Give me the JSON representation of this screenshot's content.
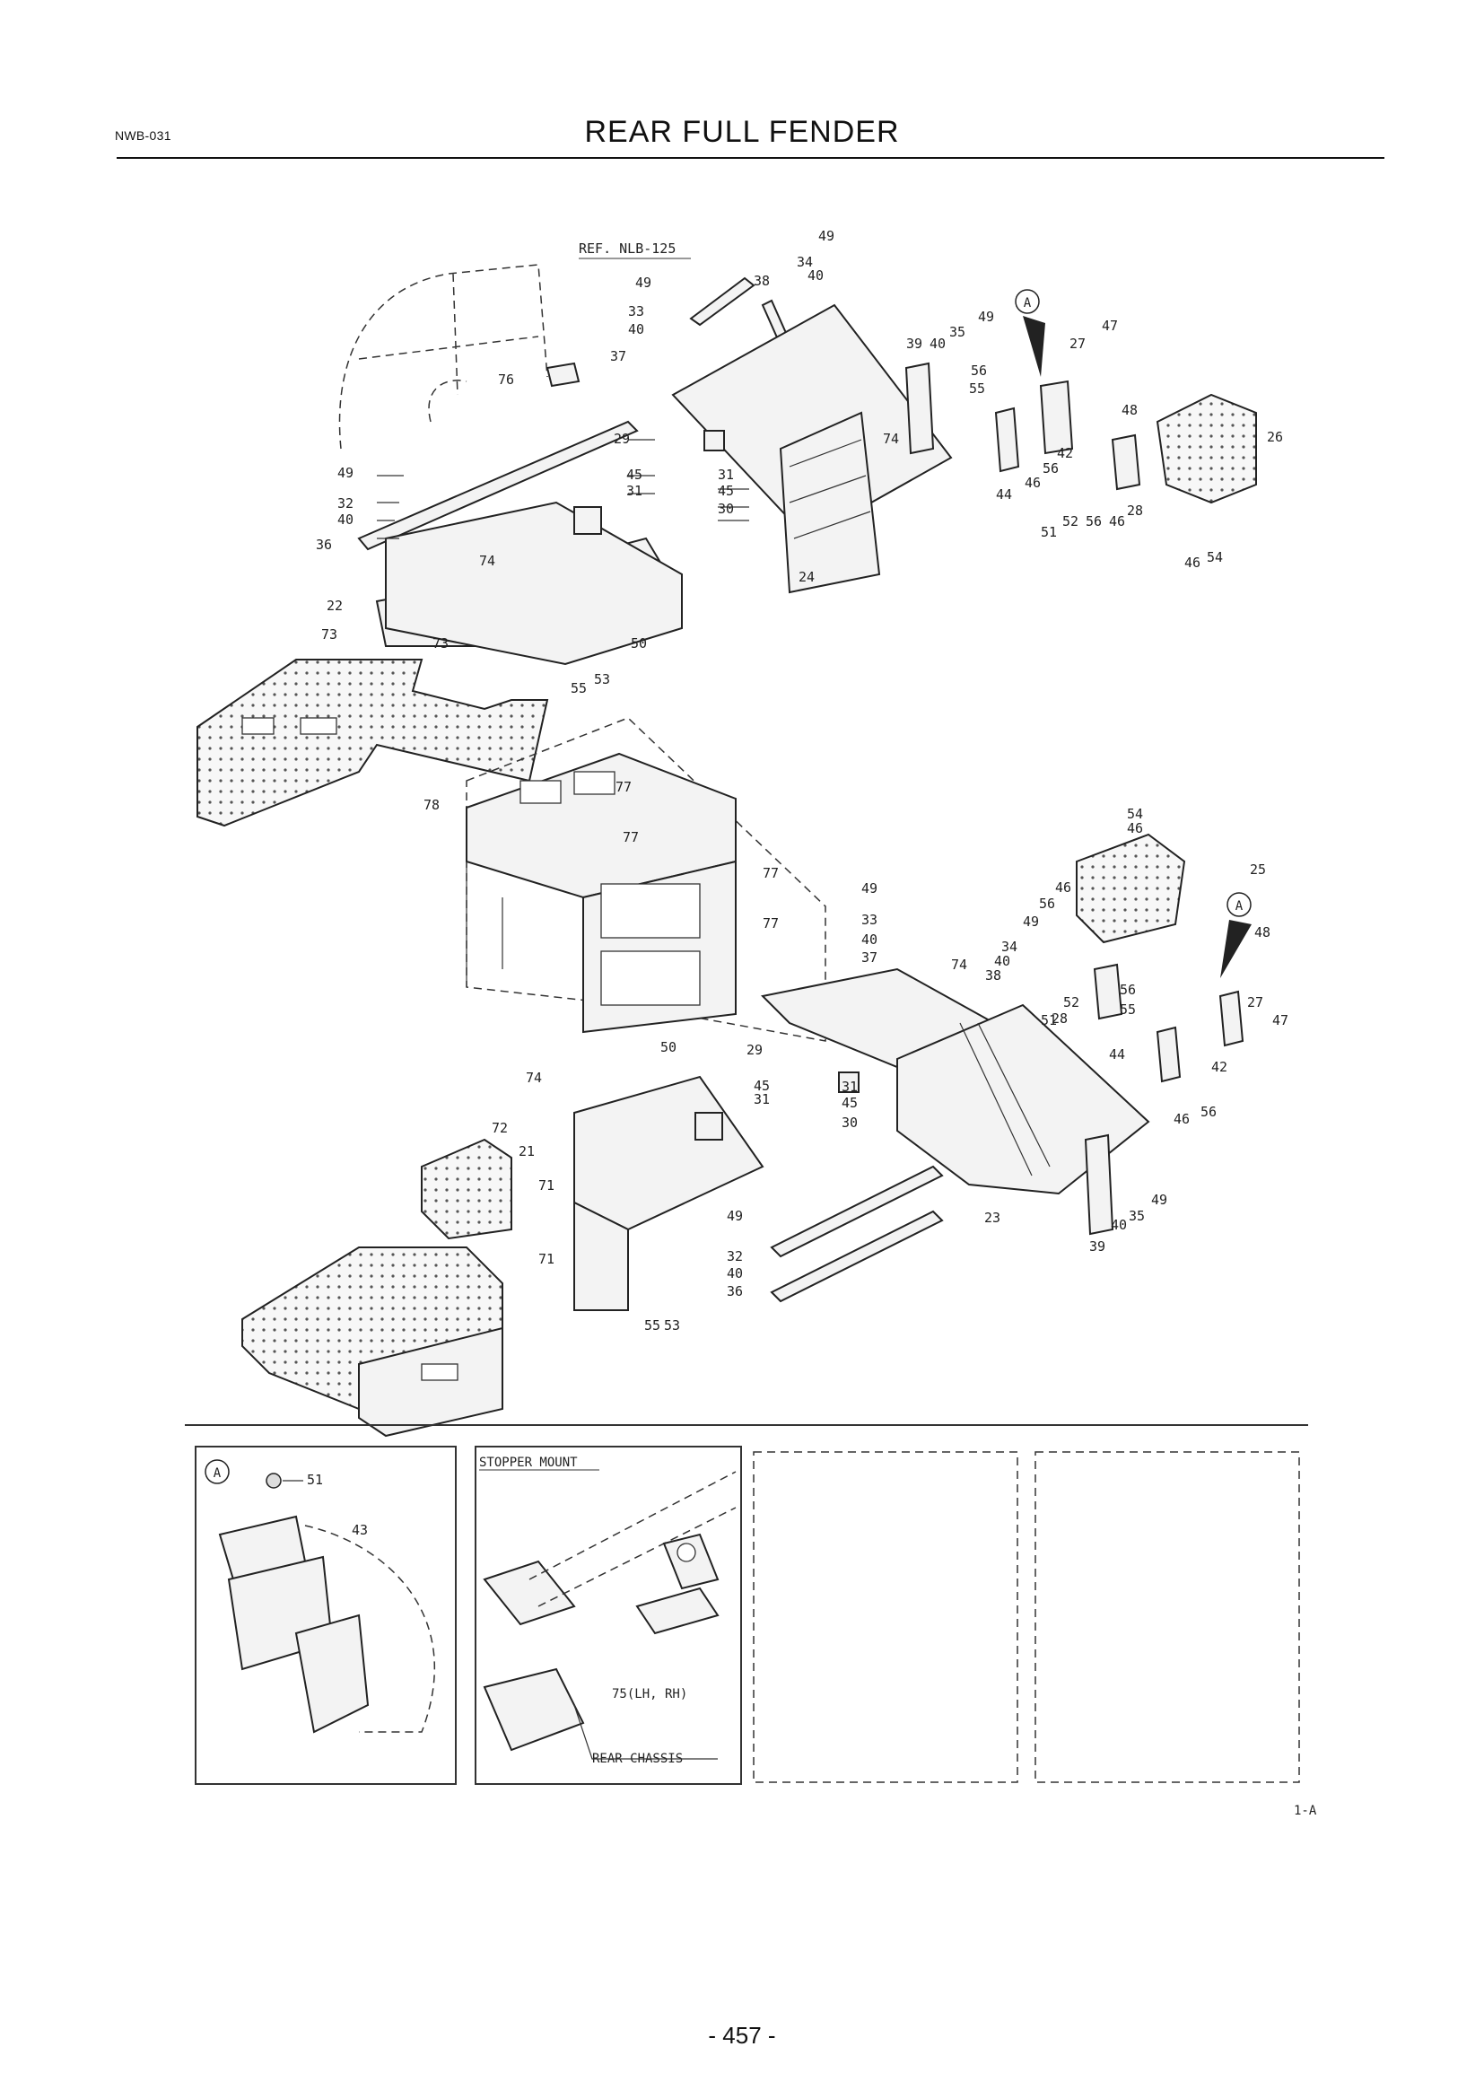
{
  "header": {
    "code": "NWB-031",
    "title": "REAR FULL FENDER"
  },
  "diagram": {
    "reference": "REF. NLB-125",
    "callout_letter": "A",
    "inset_stopper_title": "STOPPER MOUNT",
    "inset_stopper_part": "75(LH, RH)",
    "inset_stopper_chassis": "REAR CHASSIS",
    "inset_a_parts": [
      "51",
      "43"
    ],
    "corner_code": "1-A",
    "labels_upper": [
      "49",
      "34",
      "40",
      "38",
      "49",
      "33",
      "40",
      "37",
      "39",
      "40",
      "35",
      "49",
      "47",
      "27",
      "56",
      "55",
      "48",
      "76",
      "29",
      "45",
      "31",
      "31",
      "45",
      "30",
      "42",
      "56",
      "26",
      "74",
      "44",
      "46",
      "52",
      "56",
      "46",
      "28",
      "51",
      "46",
      "54",
      "49",
      "32",
      "40",
      "36",
      "74",
      "24",
      "22",
      "50",
      "73",
      "73",
      "53",
      "55"
    ],
    "labels_middle": [
      "77",
      "78",
      "77",
      "77",
      "77",
      "54",
      "46",
      "25"
    ],
    "labels_lower": [
      "49",
      "33",
      "40",
      "37",
      "46",
      "56",
      "49",
      "48",
      "74",
      "34",
      "40",
      "38",
      "52",
      "51",
      "28",
      "56",
      "55",
      "27",
      "47",
      "50",
      "29",
      "45",
      "31",
      "31",
      "45",
      "30",
      "44",
      "42",
      "74",
      "56",
      "46",
      "72",
      "21",
      "71",
      "23",
      "49",
      "49",
      "32",
      "71",
      "40",
      "35",
      "40",
      "39",
      "36",
      "55",
      "53"
    ]
  },
  "footer": {
    "page_number": "- 457 -"
  }
}
